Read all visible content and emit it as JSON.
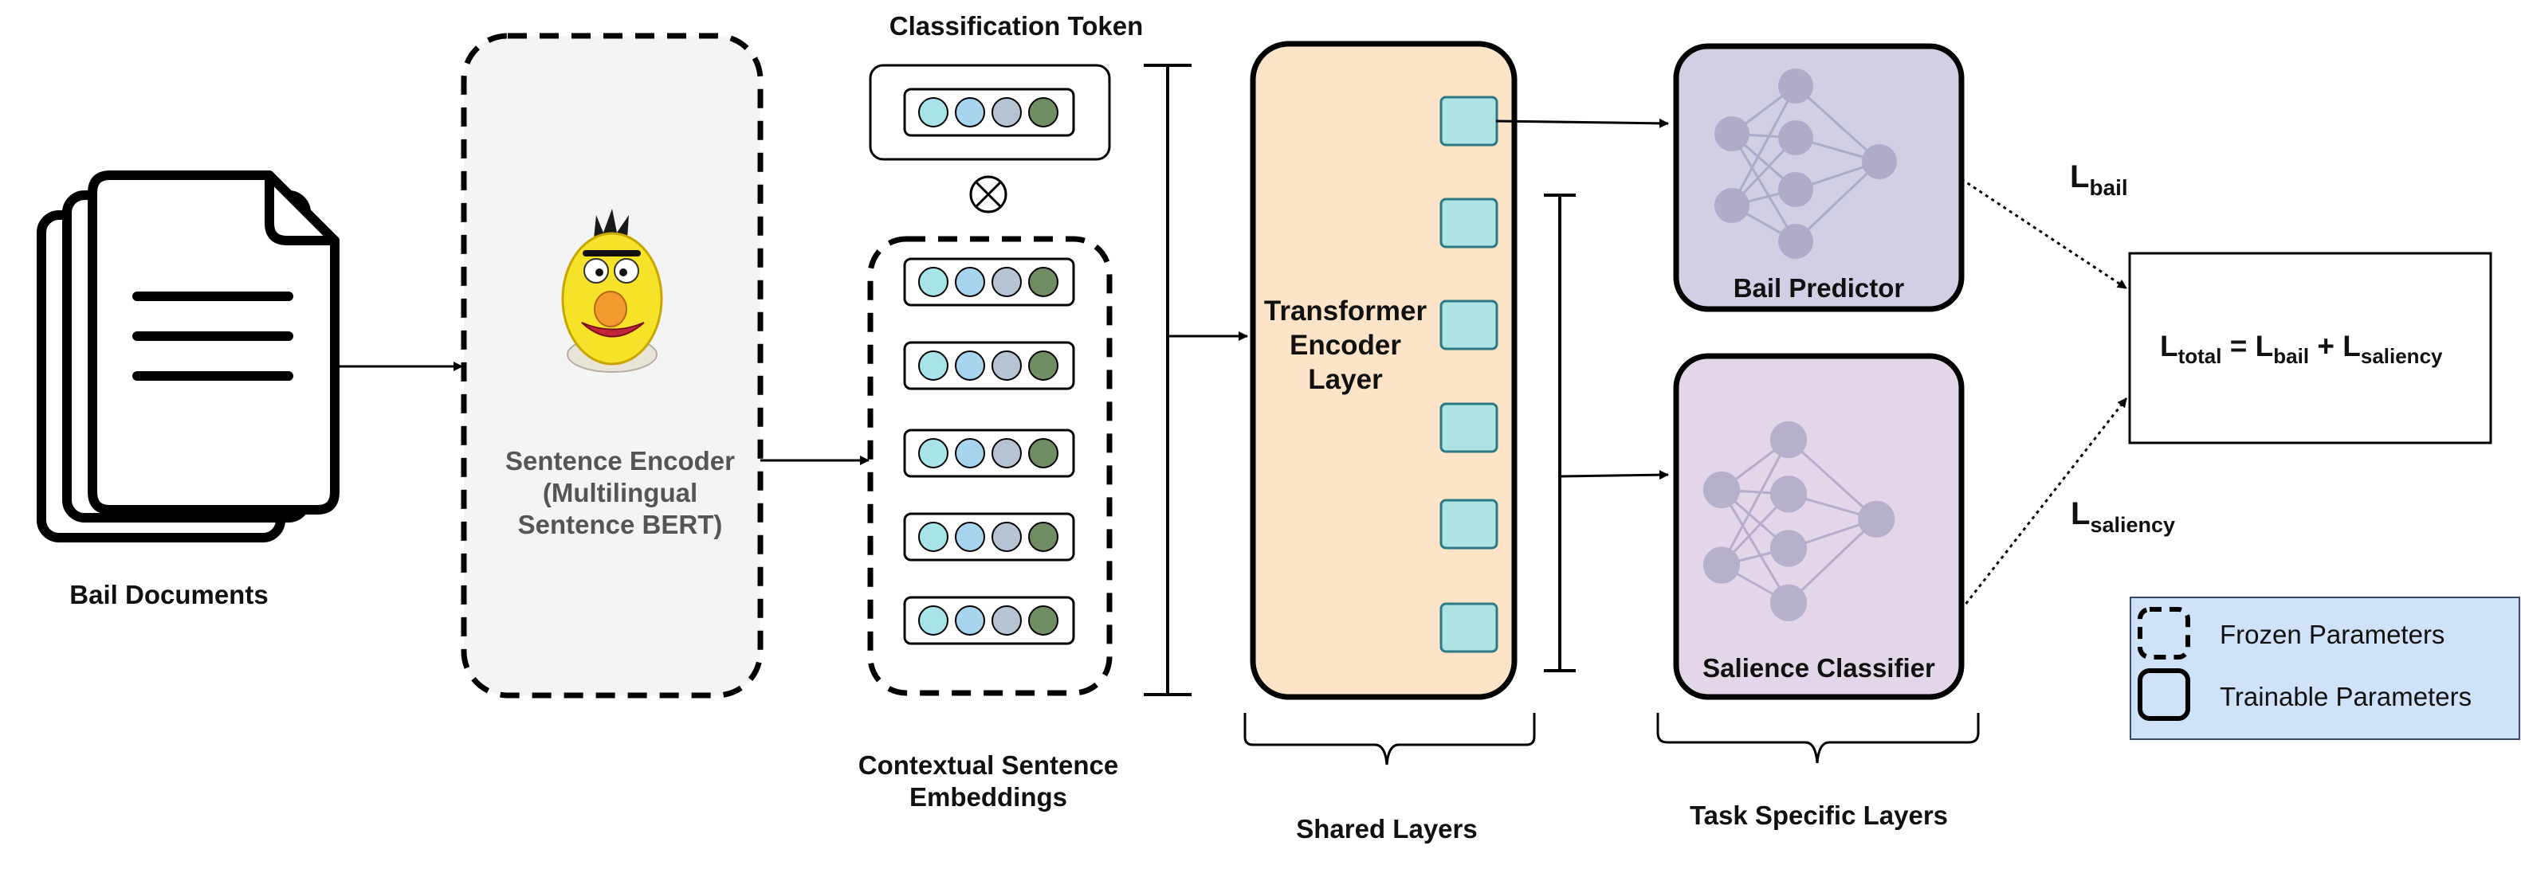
{
  "labels": {
    "bail_documents": "Bail Documents",
    "sentence_encoder": [
      "Sentence Encoder",
      "(Multilingual",
      "Sentence BERT)"
    ],
    "classification_token": "Classification Token",
    "contextual_embeddings": [
      "Contextual Sentence",
      "Embeddings"
    ],
    "transformer": [
      "Transformer",
      "Encoder",
      "Layer"
    ],
    "shared_layers": "Shared Layers",
    "bail_predictor": "Bail Predictor",
    "salience_classifier": "Salience Classifier",
    "task_specific_layers": "Task Specific Layers",
    "loss_bail": {
      "base": "L",
      "sub": "bail"
    },
    "loss_saliency": {
      "base": "L",
      "sub": "saliency"
    },
    "total_loss": {
      "l1": "L",
      "s1": "total",
      "eq": " = ",
      "l2": "L",
      "s2": "bail",
      "plus": " + ",
      "l3": "L",
      "s3": "saliency"
    }
  },
  "legend": {
    "frozen": "Frozen Parameters",
    "trainable": "Trainable Parameters"
  },
  "icons": {
    "documents": "stacked-documents-icon",
    "bert": "bert-character-icon",
    "tensor_product": "circled-times-icon"
  },
  "colors": {
    "encoder_fill": "#f4f4f4",
    "transformer_fill": "#fde3c8",
    "bail_predictor_fill": "#d0cfe4",
    "salience_fill": "#e2d6e8",
    "legend_fill": "#cfe2f8",
    "token_cyan": "#a8e3e8",
    "token_blue": "#a9d4ee",
    "token_gray": "#b6c3d3",
    "token_green": "#6f8c63",
    "output_square": "#aee3e4"
  }
}
